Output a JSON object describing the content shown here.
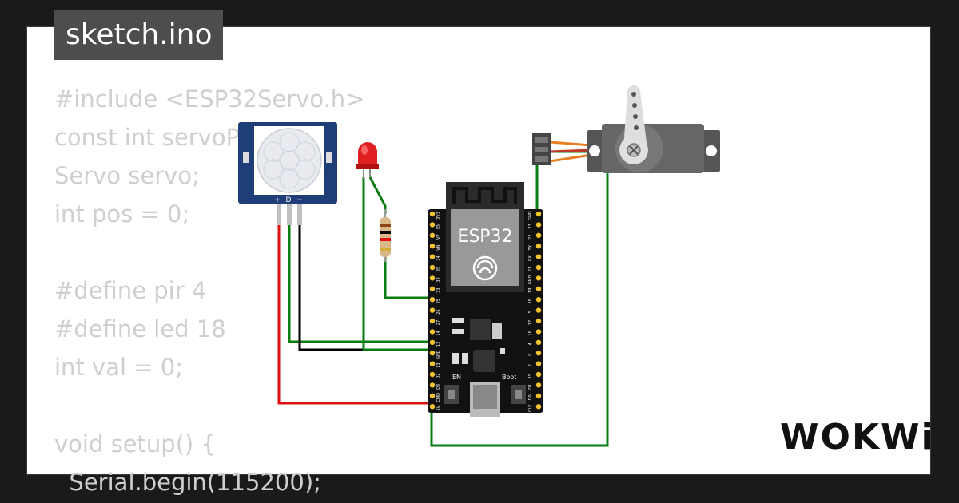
{
  "tab": {
    "filename": "sketch.ino"
  },
  "code_lines": [
    "#include <ESP32Servo.h>",
    "const int servoPin = 19;",
    "Servo servo;",
    "int pos = 0;",
    "",
    "#define pir 4",
    "#define led 18",
    "int val = 0;",
    "",
    "void setup() {",
    "  Serial.begin(115200);"
  ],
  "board": {
    "label": "ESP32",
    "en_label": "EN",
    "boot_label": "Boot",
    "left_pins": [
      "3V3",
      "EN",
      "VP",
      "VN",
      "34",
      "35",
      "32",
      "33",
      "25",
      "26",
      "27",
      "14",
      "12",
      "GND",
      "13",
      "D2",
      "D3",
      "CMD",
      "5V"
    ],
    "right_pins": [
      "GND",
      "23",
      "22",
      "TX",
      "RX",
      "21",
      "GND",
      "19",
      "18",
      "5",
      "17",
      "16",
      "4",
      "0",
      "2",
      "15",
      "D1",
      "D0",
      "CLK"
    ]
  },
  "pir_sensor": {
    "pins": [
      "+",
      "D",
      "−"
    ]
  },
  "logo": {
    "text": "WOKWi"
  },
  "colors": {
    "background": "#1a1a1a",
    "wire_green": "#0a7d10",
    "wire_red": "#e01010",
    "wire_black": "#000000",
    "wire_orange": "#e67e22",
    "servo_body": "#555555",
    "pir_board": "#1f3e78"
  },
  "icons": [
    "wokwi-logo",
    "esp32-wifi-antenna",
    "espressif-logo",
    "servo-screw"
  ]
}
